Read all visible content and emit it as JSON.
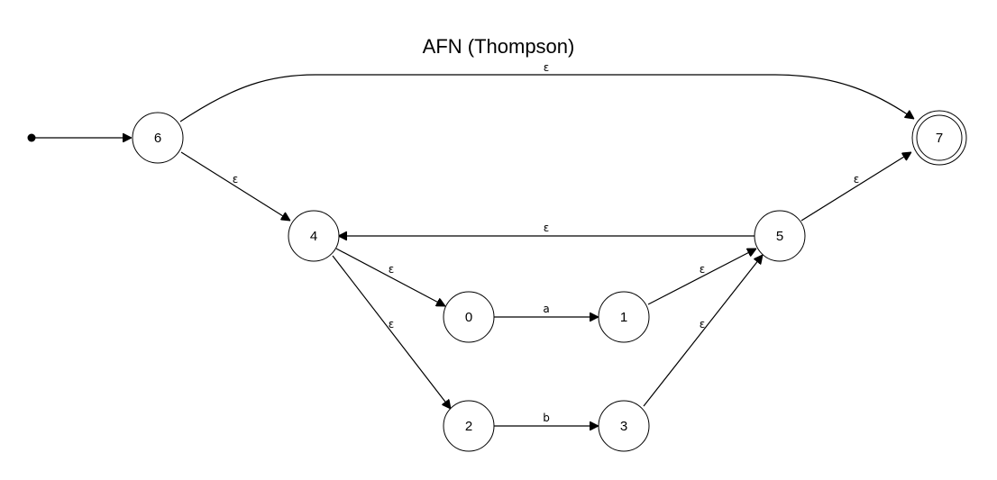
{
  "title": "AFN (Thompson)",
  "initial_state": "6",
  "accepting_states": [
    "7"
  ],
  "states": [
    {
      "id": "6",
      "label": "6"
    },
    {
      "id": "4",
      "label": "4"
    },
    {
      "id": "0",
      "label": "0"
    },
    {
      "id": "1",
      "label": "1"
    },
    {
      "id": "2",
      "label": "2"
    },
    {
      "id": "3",
      "label": "3"
    },
    {
      "id": "5",
      "label": "5"
    },
    {
      "id": "7",
      "label": "7"
    }
  ],
  "transitions": [
    {
      "from": "6",
      "to": "7",
      "label": "ε"
    },
    {
      "from": "6",
      "to": "4",
      "label": "ε"
    },
    {
      "from": "5",
      "to": "4",
      "label": "ε"
    },
    {
      "from": "5",
      "to": "7",
      "label": "ε"
    },
    {
      "from": "4",
      "to": "0",
      "label": "ε"
    },
    {
      "from": "4",
      "to": "2",
      "label": "ε"
    },
    {
      "from": "0",
      "to": "1",
      "label": "a"
    },
    {
      "from": "2",
      "to": "3",
      "label": "b"
    },
    {
      "from": "1",
      "to": "5",
      "label": "ε"
    },
    {
      "from": "3",
      "to": "5",
      "label": "ε"
    }
  ]
}
